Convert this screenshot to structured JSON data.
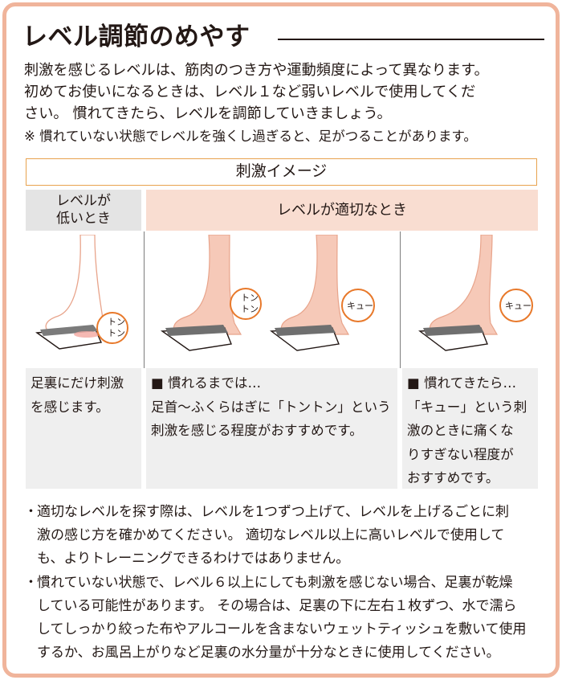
{
  "title": "レベル調節のめやす",
  "intro_lines": [
    "刺激を感じるレベルは、筋肉のつき方や運動頻度によって異なります。",
    "初めてお使いになるときは、レベル１など弱いレベルで使用してくだ",
    "さい。 慣れてきたら、レベルを調節していきましょう。"
  ],
  "note": "※ 慣れていない状態でレベルを強くし過ぎると、足がつることがあります。",
  "image_heading": "刺激イメージ",
  "columns": {
    "low_header_lines": [
      "レベルが",
      "低いとき"
    ],
    "ok_header": "レベルが適切なとき"
  },
  "sound_effects": {
    "tonton": "トントン",
    "kyu": "キュー"
  },
  "descriptions": {
    "low": [
      "足裏にだけ刺激",
      "を感じます。"
    ],
    "getting_used": [
      "■ 慣れるまでは…",
      "足首～ふくらはぎに「トントン」という",
      "刺激を感じる程度がおすすめです。"
    ],
    "used": [
      "■ 慣れてきたら…",
      "「キュー」という刺",
      "激のときに痛くな",
      "りすぎない程度が",
      "おすすめです。"
    ]
  },
  "bullets": [
    [
      "適切なレベルを探す際は、レベルを1つずつ上げて、レベルを上げるごとに刺",
      "激の感じ方を確かめてください。 適切なレベル以上に高いレベルで使用して",
      "も、よりトレーニングできるわけではありません。"
    ],
    [
      "慣れていない状態で、レベル６以上にしても刺激を感じない場合、足裏が乾燥",
      "している可能性があります。 その場合は、足裏の下に左右１枚ずつ、水で濡ら",
      "してしっかり絞った布やアルコールを含まないウェットティッシュを敷いて使用",
      "するか、お風呂上がりなど足裏の水分量が十分なときに使用してください。"
    ]
  ],
  "bullet_symbol": "・",
  "colors": {
    "frame": "#f0b49b",
    "accent_orange": "#e8792b",
    "low_header_bg": "#e4e4e4",
    "ok_header_bg": "#f9ddd1",
    "desc_bg": "#efefef",
    "skin": "#f6c9b8"
  }
}
